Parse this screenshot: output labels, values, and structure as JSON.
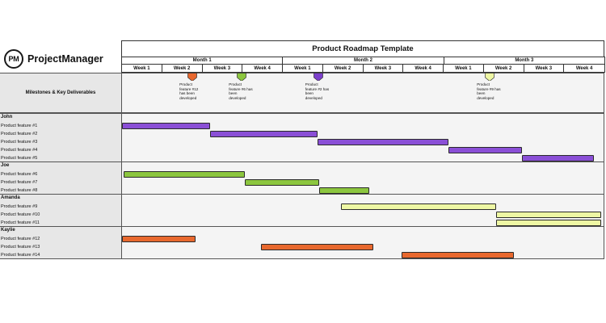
{
  "brand": {
    "icon_text": "PM",
    "name": "ProjectManager"
  },
  "title": "Product Roadmap Template",
  "months": [
    "Month 1",
    "Month 2",
    "Month 3"
  ],
  "weeks": [
    "Week 1",
    "Week 2",
    "Week 3",
    "Week 4",
    "Week 1",
    "Week 2",
    "Week 3",
    "Week 4",
    "Week 1",
    "Week 2",
    "Week 3",
    "Week 4"
  ],
  "milestones_label": "Milestones & Key Deliverables",
  "milestones": [
    {
      "text": "Product feature #12 has been developed",
      "week": 1.75,
      "color": "#e8682e"
    },
    {
      "text": "Product feature #6 has been developed",
      "week": 2.98,
      "color": "#8cc63f"
    },
    {
      "text": "Product feature #2 has been developed",
      "week": 4.88,
      "color": "#7c3fcc"
    },
    {
      "text": "Product feature #9 has been developed",
      "week": 9.15,
      "color": "#eef7a4"
    }
  ],
  "groups": [
    {
      "owner": "John",
      "color": "#8a4fd6",
      "features": [
        {
          "label": "Product feature #1",
          "start": 0,
          "end": 2.2
        },
        {
          "label": "Product feature #2",
          "start": 2.2,
          "end": 4.87
        },
        {
          "label": "Product feature #3",
          "start": 4.87,
          "end": 8.13
        },
        {
          "label": "Product feature #4",
          "start": 8.13,
          "end": 9.95
        },
        {
          "label": "Product feature #5",
          "start": 9.95,
          "end": 11.73
        }
      ]
    },
    {
      "owner": "Joe",
      "color": "#8cc63f",
      "features": [
        {
          "label": "Product feature #6",
          "start": 0.05,
          "end": 3.05
        },
        {
          "label": "Product feature #7",
          "start": 3.05,
          "end": 4.9
        },
        {
          "label": "Product feature #8",
          "start": 4.9,
          "end": 6.15
        }
      ]
    },
    {
      "owner": "Amanda",
      "color": "#eef7a4",
      "features": [
        {
          "label": "Product feature #9",
          "start": 5.45,
          "end": 9.3
        },
        {
          "label": "Product feature #10",
          "start": 9.3,
          "end": 11.92
        },
        {
          "label": "Product feature #11",
          "start": 9.3,
          "end": 11.92
        }
      ]
    },
    {
      "owner": "Kaylie",
      "color": "#e8682e",
      "features": [
        {
          "label": "Product feature #12",
          "start": 0,
          "end": 1.82
        },
        {
          "label": "Product feature #13",
          "start": 3.45,
          "end": 6.25
        },
        {
          "label": "Product feature #14",
          "start": 6.95,
          "end": 9.75
        }
      ]
    }
  ]
}
